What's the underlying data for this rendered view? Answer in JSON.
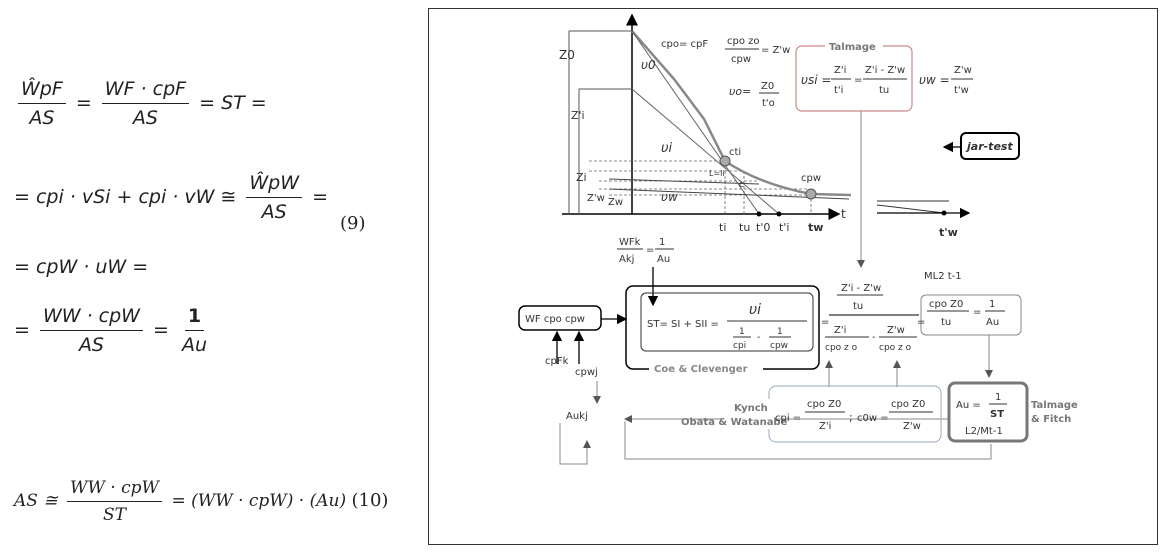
{
  "equations": {
    "eq9_number": "(9)",
    "eq10_number": "(10)",
    "line1": {
      "lhs_num": "ŴpF",
      "lhs_den": "AS",
      "mid_num": "WF · cpF",
      "mid_den": "AS",
      "rhs": "= ST ="
    },
    "line2": {
      "expr": "= cpi · vSi + cpi · vW ≅",
      "frac_num": "ŴpW",
      "frac_den": "AS",
      "tail": "="
    },
    "line3": {
      "expr": "= cpW · uW ="
    },
    "line4": {
      "frac_num": "WW · cpW",
      "frac_den": "AS",
      "eq": "=",
      "one": "1",
      "au": "Au"
    },
    "line5": {
      "lhs": "AS ≅",
      "frac_num": "WW · cpW",
      "frac_den": "ST",
      "rhs": "= (WW · cpW) · (Au)"
    }
  },
  "figure": {
    "axis_t": "t",
    "z0": "Z0",
    "zi_prime": "Z'i",
    "zi": "Zi",
    "zw_prime": "Z'w",
    "zw": "Zw",
    "c_pf": "cpo= cpF",
    "v0_label": "υ0",
    "vi_label": "υi",
    "vw_label": "υw",
    "c_ti": "cti",
    "c_pw": "cpw",
    "li_label": "L=li",
    "c_label": "c",
    "t_ticks": [
      "ti",
      "tu",
      "t'0",
      "t'i",
      "tw"
    ],
    "tw_prime": "t'w",
    "talmage_title": "Talmage",
    "eq_top_1_num": "cpo zo",
    "eq_top_1_den": "cpw",
    "eq_top_1_rhs": "= Z'w",
    "eq_v0_lhs": "υo=",
    "eq_v0_num": "Z0",
    "eq_v0_den": "t'o",
    "talmage_eq_lhs": "υsi =",
    "talmage_f1_num": "Z'i",
    "talmage_f1_den": "t'i",
    "talmage_f2_num": "Z'i - Z'w",
    "talmage_f2_den": "tu",
    "vw_eq_lhs": "υw =",
    "vw_eq_num": "Z'w",
    "vw_eq_den": "t'w",
    "jar_test": "jar-test",
    "wf_num": "WFk",
    "wf_eq": "=",
    "wf_one": "1",
    "wf_den1": "Akj",
    "wf_den2": "Au",
    "left_box": "WF cpo cpw",
    "cpfk": "cpFk",
    "cpwj": "cpwj",
    "aukj": "Aukj",
    "st_eq": "ST= SI + SII =",
    "st_num": "υi",
    "st_den_a": "1",
    "st_den_a2": "cpi",
    "st_den_b": "1",
    "st_den_b2": "cpw",
    "coe_clevenger": "Coe & Clevenger",
    "main_num": "Z'i - Z'w",
    "main_num_den": "tu",
    "main_den_a_num": "Z'i",
    "main_den_a_den": "cpo z o",
    "main_den_b_num": "Z'w",
    "main_den_b_den": "cpo z o",
    "units_top": "ML2 t-1",
    "right_num": "cpo Z0",
    "right_den": "tu",
    "right_eq": "=",
    "right_one": "1",
    "right_au": "Au",
    "kynch": "Kynch",
    "obata": "Obata & Watanabe",
    "kynch_eq1_lhs": "cpi =",
    "kynch_eq1_num": "cpo Z0",
    "kynch_eq1_den": "Z'i",
    "kynch_sep": ";",
    "kynch_eq2_lhs": "c0w =",
    "kynch_eq2_num": "cpo Z0",
    "kynch_eq2_den": "Z'w",
    "au_box_lhs": "Au =",
    "au_box_num": "1",
    "au_box_den": "ST",
    "au_box_units": "L2/Mt-1",
    "talmage_fitch": "Talmage",
    "talmage_fitch2": "& Fitch"
  }
}
